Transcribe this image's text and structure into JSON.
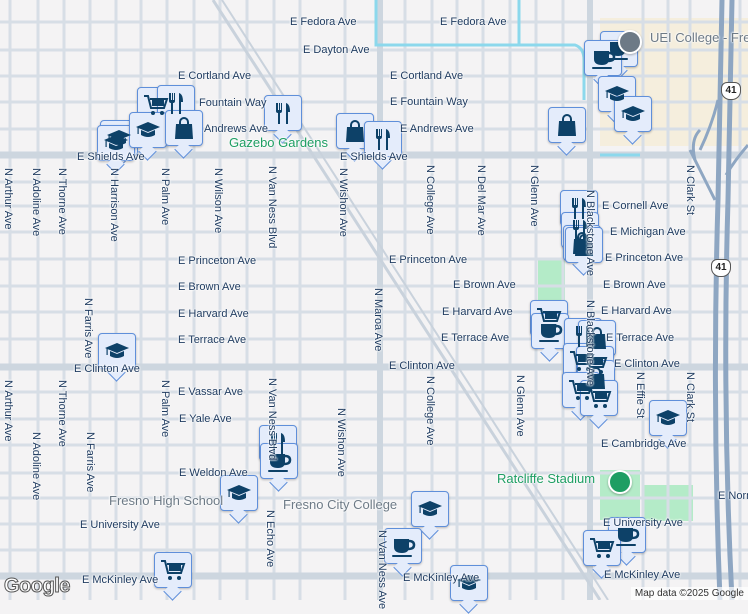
{
  "map": {
    "colors": {
      "background": "#f4f3f4",
      "road": "#d7dee6",
      "major_road": "#cdd6df",
      "freeway": "#8ea6c2",
      "canal": "#8cd8ec",
      "campus": "#f5eedd",
      "park": "#b4ebc8",
      "marker_fill": "#e4ecfb",
      "marker_border": "#5f8fda",
      "icon": "#0d4168",
      "label": "#1e3a5f",
      "poi_green": "#1e9e63"
    },
    "street_labels": [
      "E Fedora Ave",
      "E Fedora Ave",
      "E Dayton Ave",
      "E Cortland Ave",
      "E Cortland Ave",
      "Fountain Way",
      "E Fountain Way",
      "Andrews Ave",
      "E Andrews Ave",
      "E Shields Ave",
      "E Shields Ave",
      "E Cornell Ave",
      "E Michigan Ave",
      "E Princeton Ave",
      "E Princeton Ave",
      "E Princeton Ave",
      "E Brown Ave",
      "E Brown Ave",
      "E Brown Ave",
      "E Harvard Ave",
      "E Harvard Ave",
      "E Harvard Ave",
      "E Terrace Ave",
      "E Terrace Ave",
      "E Terrace Ave",
      "E Clinton Ave",
      "E Clinton Ave",
      "E Clinton Ave",
      "E Vassar Ave",
      "E Yale Ave",
      "E Cambridge Ave",
      "E Weldon Ave",
      "E University Ave",
      "E University Ave",
      "E McKinley Ave",
      "E McKinley Ave",
      "E McKinley Ave",
      "E Norm",
      "N Arthur Ave",
      "N Adoline Ave",
      "N Thorne Ave",
      "N Harrison Ave",
      "N Palm Ave",
      "N Wilson Ave",
      "N Van Ness Blvd",
      "N Wishon Ave",
      "N College Ave",
      "N Del Mar Ave",
      "N Glenn Ave",
      "N Blackstone Ave",
      "N Clark St",
      "N Farris Ave",
      "N Arthur Ave",
      "N Thorne Ave",
      "N Palm Ave",
      "N Adoline Ave",
      "N Farris Ave",
      "N Van Ness Blvd",
      "N Wishon Ave",
      "N Maroa Ave",
      "N College Ave",
      "N Glenn Ave",
      "N Effie St",
      "N Clark St",
      "N Echo Ave",
      "N Van Ness Ave",
      "N Blackstone Ave"
    ],
    "places": [
      {
        "name": "Gazebo Gardens",
        "style": "green"
      },
      {
        "name": "Ratcliffe Stadium",
        "style": "green"
      },
      {
        "name": "Fresno High School",
        "style": "gray"
      },
      {
        "name": "Fresno City College",
        "style": "gray"
      },
      {
        "name": "UEI College - Fresno",
        "style": "gray"
      }
    ],
    "highway_shields": [
      "41",
      "41"
    ],
    "markers": [
      "cart",
      "restaurant",
      "school",
      "school",
      "school",
      "shopping",
      "restaurant",
      "shopping",
      "restaurant",
      "coffee",
      "coffee",
      "school",
      "school",
      "shopping",
      "restaurant",
      "restaurant",
      "shopping",
      "shopping",
      "school",
      "cart",
      "coffee",
      "restaurant",
      "shopping",
      "cart",
      "cart",
      "shopping",
      "cart",
      "cart",
      "school",
      "restaurant",
      "coffee",
      "school",
      "school",
      "coffee",
      "coffee",
      "cart",
      "cart",
      "school"
    ],
    "logo": "Google",
    "attribution": "Map data ©2025 Google"
  }
}
